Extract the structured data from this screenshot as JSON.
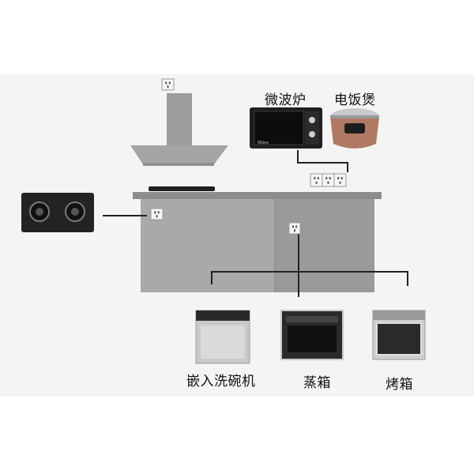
{
  "labels": {
    "microwave": "微波炉",
    "rice_cooker": "电饭煲",
    "dishwasher": "嵌入洗碗机",
    "steamer": "蒸箱",
    "oven": "烤箱"
  },
  "appliance_brand": "Midea",
  "colors": {
    "background": "#f4f4f4",
    "counter_left": "#a9a9a9",
    "counter_right": "#9a9a9a",
    "range_hood": "#9c9c9c",
    "appliance_dark": "#1f1f1f",
    "rice_cooker_body": "#b07a62",
    "wire": "#222222",
    "socket_face": "#f5f5f5"
  },
  "icons": [
    "socket-icon",
    "range-hood",
    "gas-hob",
    "microwave",
    "rice-cooker",
    "dishwasher",
    "steam-oven",
    "oven"
  ]
}
